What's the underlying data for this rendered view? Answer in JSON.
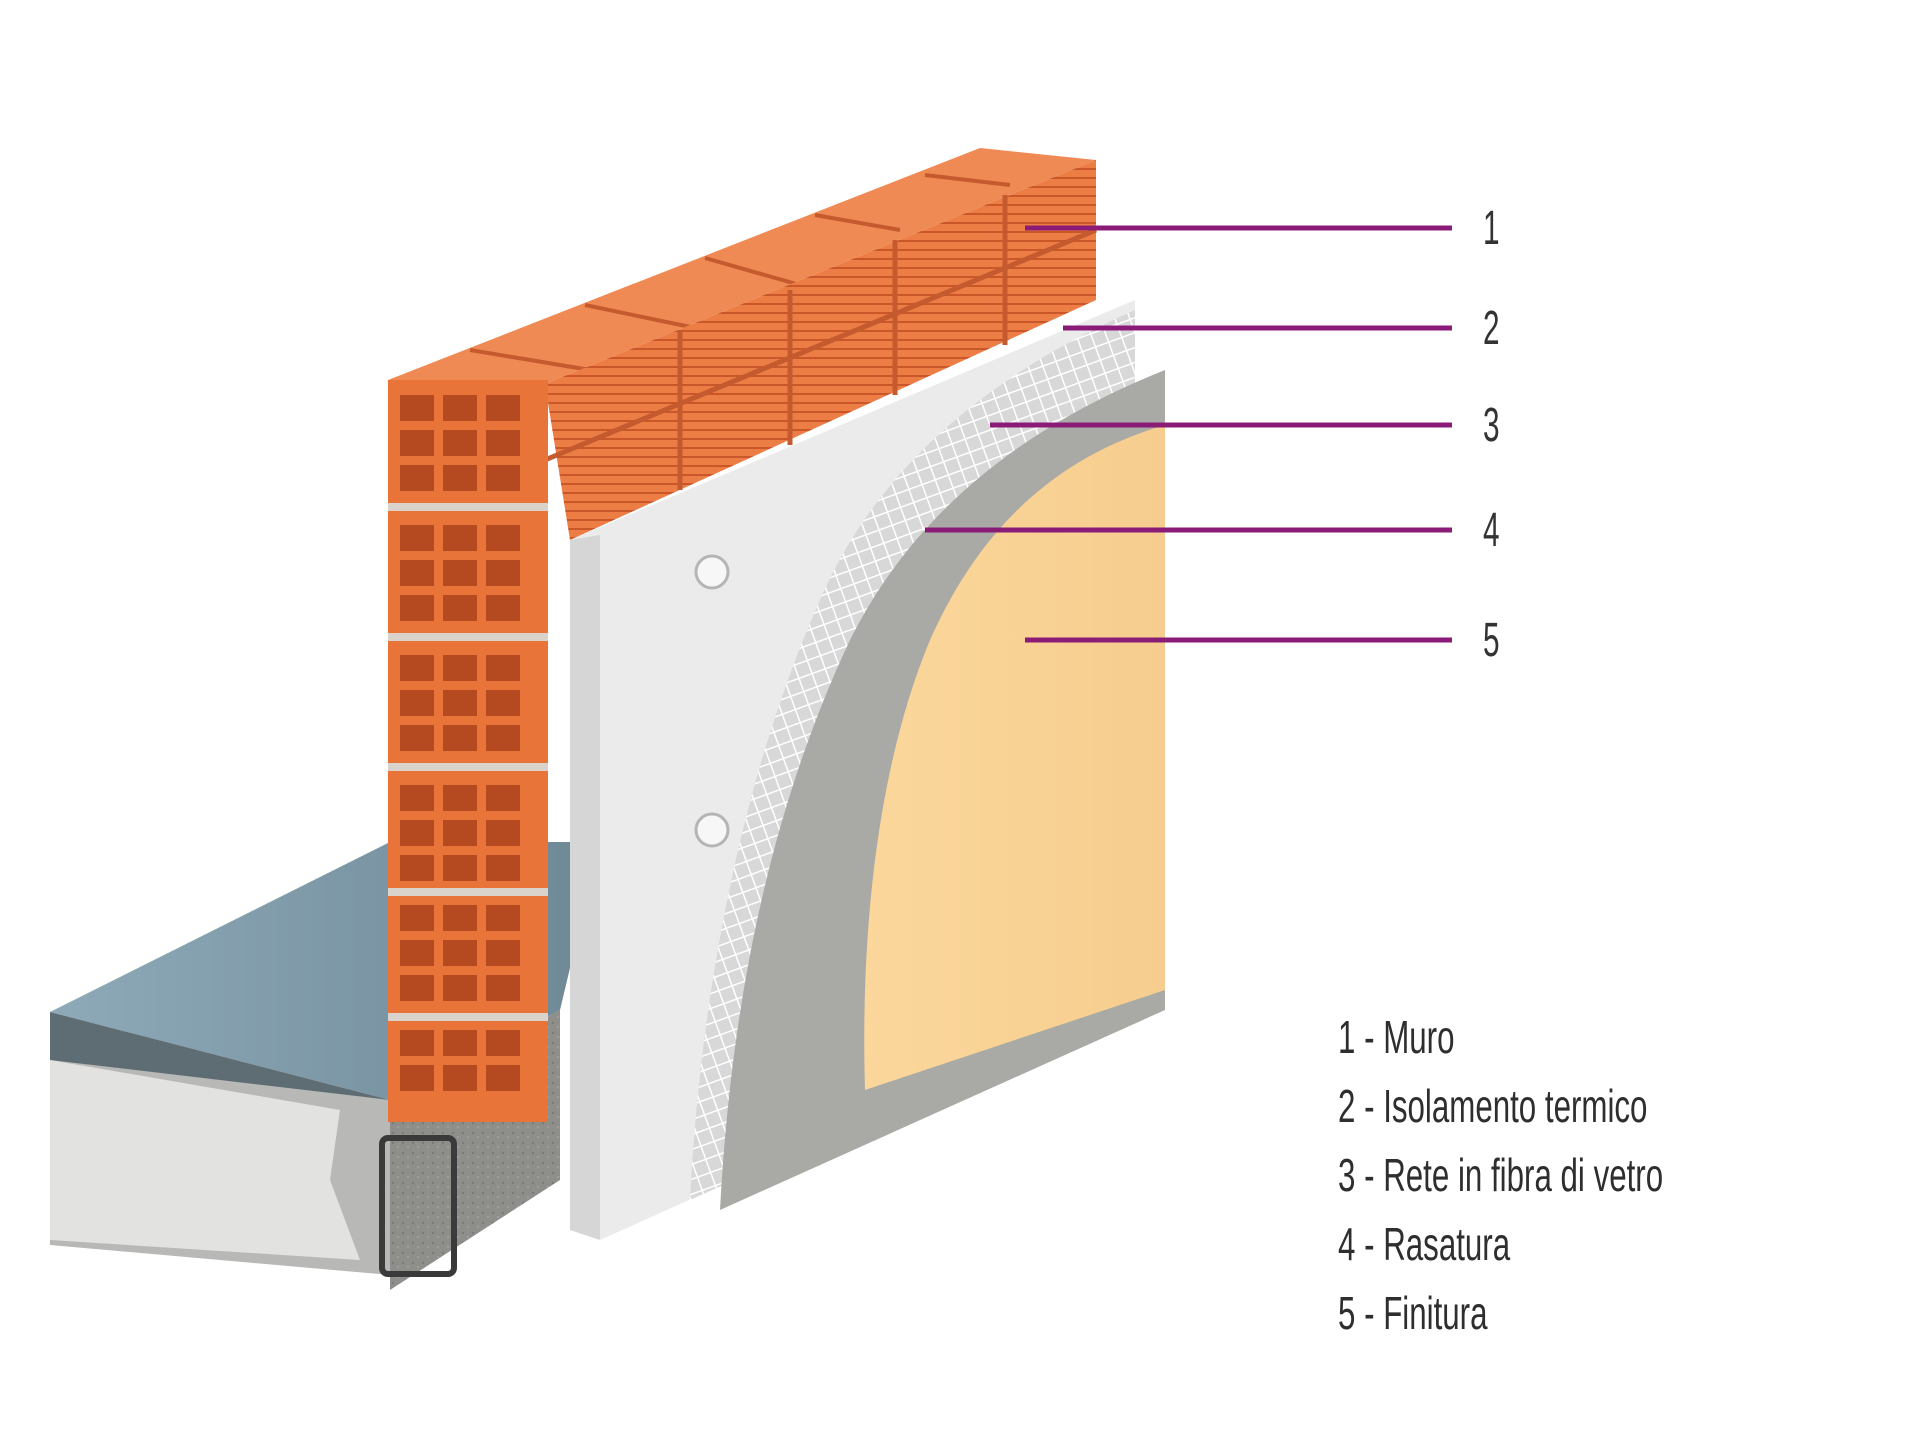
{
  "diagram": {
    "callouts": [
      {
        "number": "1"
      },
      {
        "number": "2"
      },
      {
        "number": "3"
      },
      {
        "number": "4"
      },
      {
        "number": "5"
      }
    ],
    "legend": [
      {
        "text": "1 - Muro"
      },
      {
        "text": "2 - Isolamento termico"
      },
      {
        "text": "3 - Rete in fibra di vetro"
      },
      {
        "text": "4 - Rasatura"
      },
      {
        "text": "5 - Finitura"
      }
    ],
    "colors": {
      "brick": "#e8743a",
      "insulation": "#eeeeee",
      "mesh": "#cfcfcf",
      "skim_coat": "#a8a8a4",
      "finish": "#fbd79c",
      "callout_line": "#8a1c78",
      "foundation": "#8f8f8b",
      "floor": "#7e99a8"
    }
  }
}
